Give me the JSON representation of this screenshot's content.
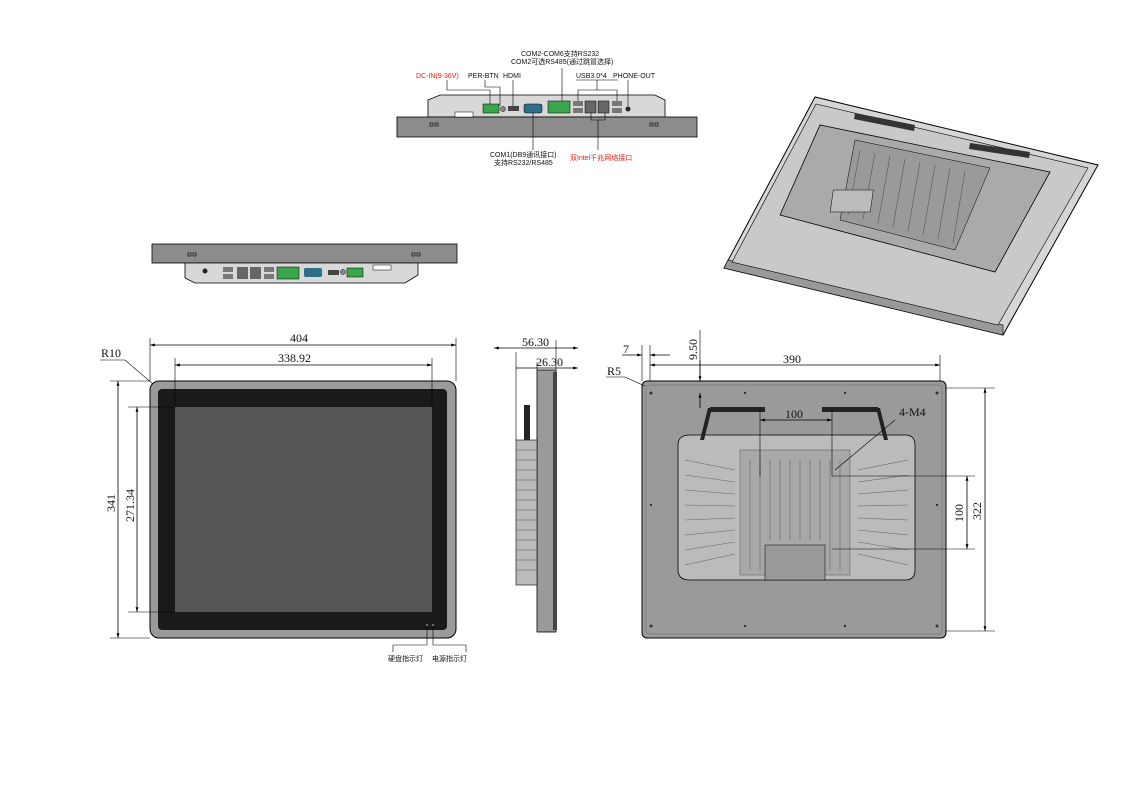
{
  "io_labels": {
    "dc_in": "DC-IN(9-36V)",
    "per_btn": "PER-BTN",
    "hdmi": "HDMI",
    "com2_6_line1": "COM2-COM6支持RS232",
    "com2_6_line2": "COM2可选RS485(通过跳冒选择)",
    "usb": "USB3.0*4",
    "phone_out": "PHONE-OUT",
    "com1_line1": "COM1(DB9通讯接口)",
    "com1_line2": "支持RS232/RS485",
    "lan": "双Intel千兆网络接口"
  },
  "front_view": {
    "width": "404",
    "screen_width": "338.92",
    "height": "341",
    "screen_height": "271.34",
    "radius": "R10",
    "hdd_led": "硬盘指示灯",
    "power_led": "电源指示灯"
  },
  "side_view": {
    "depth_total": "56.30",
    "depth_body": "26.30"
  },
  "rear_view": {
    "edge_offset": "7",
    "top_offset": "9.50",
    "mount_width": "390",
    "vesa_h": "100",
    "vesa_v": "100",
    "mount_height": "322",
    "radius": "R5",
    "screws": "4-M4"
  },
  "colors": {
    "frame": "#9a9a9a",
    "bezel": "#1a1a1a",
    "screen": "#555555",
    "red_label": "#e0201c",
    "terminal": "#3aa64a"
  }
}
